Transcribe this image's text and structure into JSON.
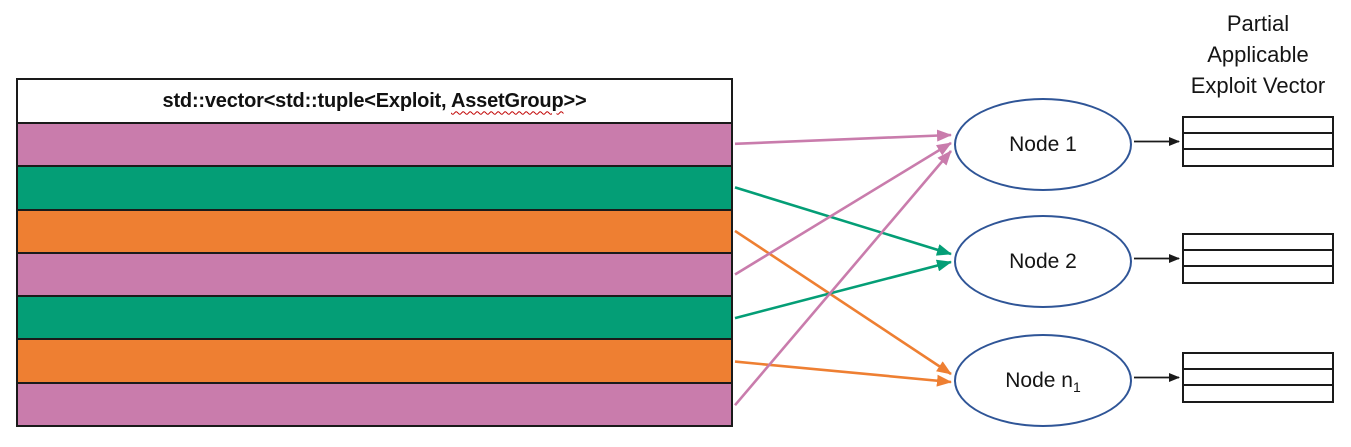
{
  "palette": {
    "pink": "#C97CAC",
    "green": "#049E76",
    "orange": "#EE7F32",
    "node_border": "#2F5597",
    "line_black": "#1a1a1a"
  },
  "vector": {
    "title_prefix": "std::vector<std::tuple<Exploit, ",
    "title_underlined": "AssetGroup",
    "title_suffix": ">>",
    "rows": [
      "pink",
      "green",
      "orange",
      "pink",
      "green",
      "orange",
      "pink"
    ]
  },
  "connections": [
    {
      "from_row": 0,
      "to_node": 0,
      "color": "pink"
    },
    {
      "from_row": 1,
      "to_node": 1,
      "color": "green"
    },
    {
      "from_row": 2,
      "to_node": 2,
      "color": "orange"
    },
    {
      "from_row": 3,
      "to_node": 0,
      "color": "pink"
    },
    {
      "from_row": 4,
      "to_node": 1,
      "color": "green"
    },
    {
      "from_row": 5,
      "to_node": 2,
      "color": "orange"
    },
    {
      "from_row": 6,
      "to_node": 0,
      "color": "pink"
    }
  ],
  "nodes": [
    {
      "label": "Node 1",
      "sub": ""
    },
    {
      "label": "Node 2",
      "sub": ""
    },
    {
      "label": "Node n",
      "sub": "1"
    }
  ],
  "output_label": {
    "line1": "Partial",
    "line2": "Applicable",
    "line3": "Exploit Vector"
  },
  "tables": {
    "count": 3,
    "rows_per_table": 3
  }
}
